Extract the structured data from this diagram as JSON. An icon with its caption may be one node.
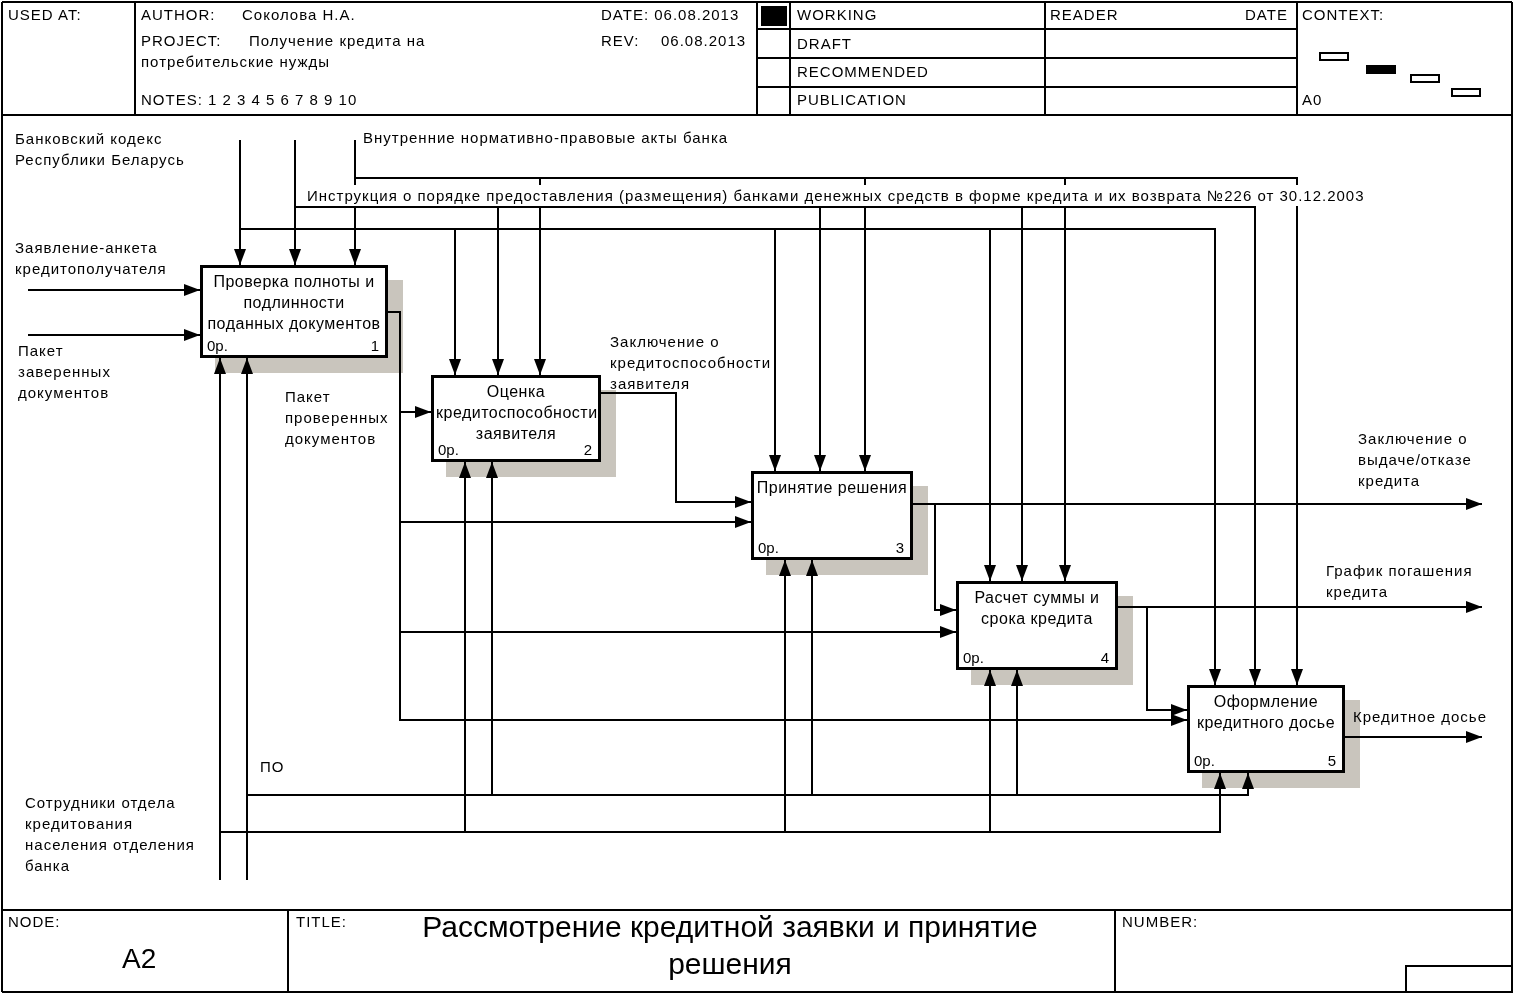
{
  "diagram": {
    "title": "Рассмотрение кредитной заявки и принятие решения",
    "nodes": [
      {
        "text": [
          "Проверка полноты и подлинности поданных документов",
          "0р.",
          "1"
        ]
      },
      {
        "text": [
          "Оценка кредитоспособности заявителя",
          "0р.",
          "2"
        ]
      },
      {
        "text": [
          "Принятие решения",
          "0р.",
          "3"
        ]
      },
      {
        "text": [
          "Расчет суммы и срока кредита",
          "0р.",
          "4"
        ]
      },
      {
        "text": [
          "Оформление кредитного досье",
          "0р.",
          "5"
        ]
      }
    ],
    "edges": [
      {
        "from": null,
        "to": 0,
        "arrow": "to",
        "label": "Заявление-анкета кредитополучателя"
      },
      {
        "from": null,
        "to": 0,
        "arrow": "to",
        "label": "Пакет заверенных документов"
      },
      {
        "from": null,
        "to": 0,
        "arrow": "to",
        "label": "Банковский кодекс Республики Беларусь"
      },
      {
        "from": null,
        "to": 1,
        "arrow": "to"
      },
      {
        "from": null,
        "to": 2,
        "arrow": "to"
      },
      {
        "from": null,
        "to": 3,
        "arrow": "to"
      },
      {
        "from": null,
        "to": 4,
        "arrow": "to"
      },
      {
        "from": null,
        "to": 0,
        "arrow": "to",
        "label": "Инструкция о порядке предоставления (размещения) банками денежных средств в форме кредита и их возврата №226 от 30.12.2003"
      },
      {
        "from": null,
        "to": 1,
        "arrow": "to"
      },
      {
        "from": null,
        "to": 2,
        "arrow": "to"
      },
      {
        "from": null,
        "to": 3,
        "arrow": "to"
      },
      {
        "from": null,
        "to": 4,
        "arrow": "to"
      },
      {
        "from": null,
        "to": 0,
        "arrow": "to",
        "label": "Внутренние нормативно-правовые акты банка"
      },
      {
        "from": null,
        "to": 1,
        "arrow": "to"
      },
      {
        "from": null,
        "to": 2,
        "arrow": "to"
      },
      {
        "from": null,
        "to": 3,
        "arrow": "to"
      },
      {
        "from": null,
        "to": 4,
        "arrow": "to"
      },
      {
        "from": 0,
        "to": 1,
        "arrow": "to",
        "label": "Пакет проверенных документов"
      },
      {
        "from": 0,
        "to": 2,
        "arrow": "to"
      },
      {
        "from": 0,
        "to": 3,
        "arrow": "to"
      },
      {
        "from": 0,
        "to": 4,
        "arrow": "to"
      },
      {
        "from": 1,
        "to": 2,
        "arrow": "to",
        "label": "Заключение о кредитоспособности заявителя"
      },
      {
        "from": 2,
        "to": null,
        "arrow": "to",
        "label": "Заключение о выдаче/отказе кредита"
      },
      {
        "from": 2,
        "to": 3,
        "arrow": "to"
      },
      {
        "from": 3,
        "to": null,
        "arrow": "to",
        "label": "График погашения кредита"
      },
      {
        "from": 3,
        "to": 4,
        "arrow": "to"
      },
      {
        "from": 4,
        "to": null,
        "arrow": "to",
        "label": "Кредитное досье"
      },
      {
        "from": null,
        "to": 0,
        "arrow": "to",
        "label": "ПО"
      },
      {
        "from": null,
        "to": 1,
        "arrow": "to"
      },
      {
        "from": null,
        "to": 2,
        "arrow": "to"
      },
      {
        "from": null,
        "to": 3,
        "arrow": "to"
      },
      {
        "from": null,
        "to": 4,
        "arrow": "to"
      },
      {
        "from": null,
        "to": 0,
        "arrow": "to",
        "label": "Сотрудники отдела кредитования населения отделения банка"
      },
      {
        "from": null,
        "to": 1,
        "arrow": "to"
      },
      {
        "from": null,
        "to": 2,
        "arrow": "to"
      },
      {
        "from": null,
        "to": 3,
        "arrow": "to"
      },
      {
        "from": null,
        "to": 4,
        "arrow": "to"
      }
    ],
    "labels": [
      "USED AT:",
      "AUTHOR:",
      "Соколова Н.А.",
      "DATE: 06.08.2013",
      "WORKING",
      "READER",
      "DATE",
      "CONTEXT:",
      "PROJECT:",
      "Получение кредита на потребительские нужды",
      "REV:",
      "06.08.2013",
      "DRAFT",
      "RECOMMENDED",
      "NOTES: 1 2 3 4 5 6 7 8 9 10",
      "PUBLICATION",
      "A0",
      "NODE:",
      "A2",
      "TITLE:",
      "NUMBER:"
    ]
  }
}
